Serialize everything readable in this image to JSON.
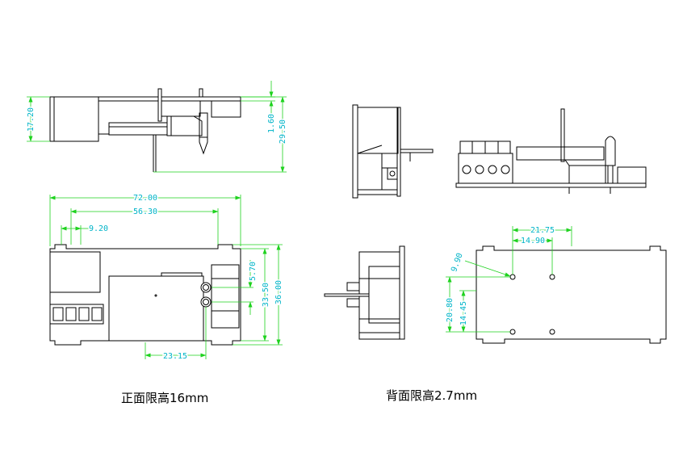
{
  "front_side_view": {
    "dim_height": "17.20",
    "dim_board_thickness": "1.60",
    "dim_total_height": "29.50"
  },
  "front_top_view": {
    "dim_length": "72.00",
    "dim_hole_pitch": "56.30",
    "dim_slot": "9.20",
    "dim_led_pitch": "5.70",
    "dim_inner_width": "33.50",
    "dim_width": "36.00",
    "dim_led_offset": "23.15"
  },
  "back_view": {
    "dim_hole_x_outer": "21.75",
    "dim_hole_x_pitch": "14.90",
    "dim_hole_diag": "9.90",
    "dim_hole_y_outer": "20.80",
    "dim_hole_y_pitch": "14.45"
  },
  "captions": {
    "front": "正面限高16mm",
    "back": "背面限高2.7mm"
  },
  "colors": {
    "background": "#ffffff",
    "outline": "#000000",
    "dimension_line": "#1ed21e",
    "dimension_text": "#00b4c8",
    "caption_text": "#000000"
  }
}
